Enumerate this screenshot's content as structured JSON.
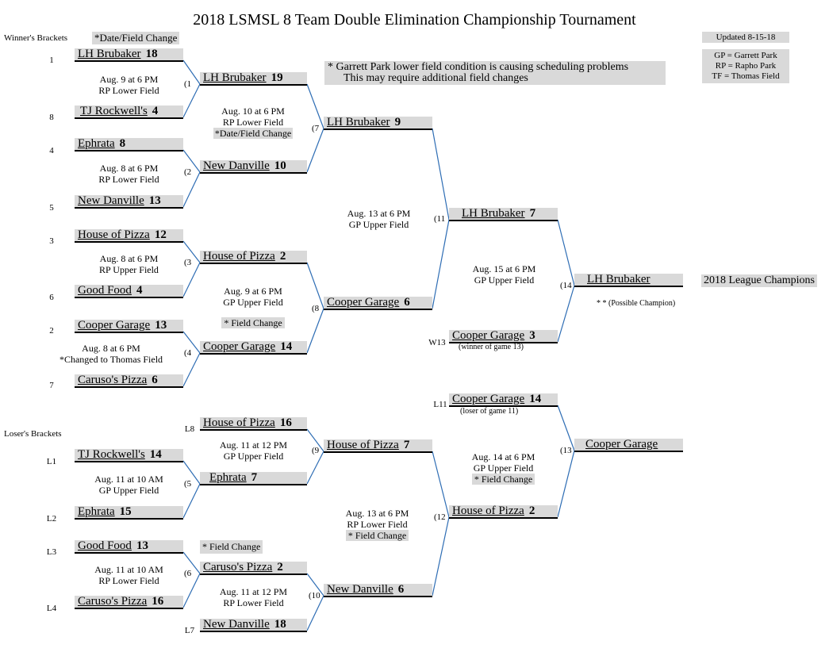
{
  "title": "2018 LSMSL 8 Team Double Elimination Championship Tournament",
  "winners_label": "Winner's Brackets",
  "losers_label": "Loser's Brackets",
  "date_field_change": "*Date/Field Change",
  "updated": "Updated 8-15-18",
  "legend": [
    "GP = Garrett Park",
    "RP = Rapho Park",
    "TF = Thomas Field"
  ],
  "notice": [
    "* Garrett Park lower field condition is causing scheduling problems",
    "This may require additional field changes"
  ],
  "champions_label": "2018 League Champions",
  "possible_champion": "* *  (Possible Champion)",
  "winner_of_13": "(winner of game 13)",
  "loser_of_11": "(loser of game 11)",
  "seeds": {
    "s1": "1",
    "s8": "8",
    "s4": "4",
    "s5": "5",
    "s3": "3",
    "s6": "6",
    "s2": "2",
    "s7": "7",
    "l1": "L1",
    "l2": "L2",
    "l3": "L3",
    "l4": "L4",
    "l7": "L7",
    "l8": "L8",
    "w13": "W13",
    "l11": "L11"
  },
  "games": {
    "g1": "(1",
    "g2": "(2",
    "g3": "(3",
    "g4": "(4",
    "g5": "(5",
    "g6": "(6",
    "g7": "(7",
    "g8": "(8",
    "g9": "(9",
    "g10": "(10",
    "g11": "(11",
    "g12": "(12",
    "g13": "(13",
    "g14": "(14"
  },
  "teams": {
    "w1a": {
      "name": "LH Brubaker",
      "score": "18"
    },
    "w1b": {
      "name": "TJ Rockwell's",
      "score": "4"
    },
    "w2a": {
      "name": "Ephrata",
      "score": "8"
    },
    "w2b": {
      "name": "New Danville",
      "score": "13"
    },
    "w3a": {
      "name": "House of Pizza",
      "score": "12"
    },
    "w3b": {
      "name": "Good Food",
      "score": "4"
    },
    "w4a": {
      "name": "Cooper Garage",
      "score": "13"
    },
    "w4b": {
      "name": "Caruso's Pizza",
      "score": "6"
    },
    "r2_1": {
      "name": "LH Brubaker",
      "score": "19"
    },
    "r2_2": {
      "name": "New Danville",
      "score": "10"
    },
    "r2_3": {
      "name": "House of Pizza",
      "score": "2"
    },
    "r2_4": {
      "name": "Cooper Garage",
      "score": "14"
    },
    "r3_1": {
      "name": "LH Brubaker",
      "score": "9"
    },
    "r3_2": {
      "name": "Cooper Garage",
      "score": "6"
    },
    "r4_1": {
      "name": "LH Brubaker",
      "score": "7"
    },
    "r4_2": {
      "name": "Cooper Garage",
      "score": "3"
    },
    "champ": {
      "name": "LH Brubaker",
      "score": ""
    },
    "l8": {
      "name": "House of Pizza",
      "score": "16"
    },
    "l5a": {
      "name": "TJ Rockwell's",
      "score": "14"
    },
    "l5w": {
      "name": "Ephrata",
      "score": "7"
    },
    "l5b": {
      "name": "Ephrata",
      "score": "15"
    },
    "l6a": {
      "name": "Good Food",
      "score": "13"
    },
    "l6w": {
      "name": "Caruso's Pizza",
      "score": "2"
    },
    "l6b": {
      "name": "Caruso's Pizza",
      "score": "16"
    },
    "l7": {
      "name": "New Danville",
      "score": "18"
    },
    "l9": {
      "name": "House of Pizza",
      "score": "7"
    },
    "l10": {
      "name": "New Danville",
      "score": "6"
    },
    "l11": {
      "name": "Cooper Garage",
      "score": "14"
    },
    "l12": {
      "name": "House of Pizza",
      "score": "2"
    },
    "l13": {
      "name": "Cooper Garage",
      "score": ""
    }
  },
  "info": {
    "i1": [
      "Aug. 9 at 6 PM",
      "RP Lower Field"
    ],
    "i2": [
      "Aug. 8 at 6 PM",
      "RP Lower Field"
    ],
    "i3": [
      "Aug. 8 at 6 PM",
      "RP Upper Field"
    ],
    "i4": [
      "Aug. 8 at 6 PM",
      "*Changed to Thomas Field"
    ],
    "i7": [
      "Aug. 10 at 6 PM",
      "RP Lower Field",
      "*Date/Field Change"
    ],
    "i8": [
      "Aug. 9 at 6 PM",
      "GP Upper Field",
      "* Field Change"
    ],
    "i11": [
      "Aug. 13 at 6 PM",
      "GP Upper Field"
    ],
    "i14": [
      "Aug. 15 at 6 PM",
      "GP Upper Field"
    ],
    "i9": [
      "Aug. 11 at 12 PM",
      "GP Upper Field"
    ],
    "i5": [
      "Aug. 11 at 10 AM",
      "GP Upper Field"
    ],
    "i6": [
      "Aug. 11 at 10 AM",
      "RP Lower Field"
    ],
    "i10": [
      "Aug. 11 at 12 PM",
      "RP Lower Field"
    ],
    "i12": [
      "Aug. 13 at 6 PM",
      "RP Lower Field",
      "* Field Change"
    ],
    "i13": [
      "Aug. 14 at 6 PM",
      "GP Upper Field",
      "* Field Change"
    ]
  },
  "field_change_l6": "* Field Change"
}
